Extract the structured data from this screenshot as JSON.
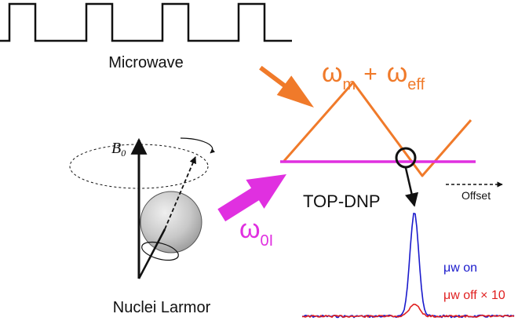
{
  "labels": {
    "microwave": "Microwave",
    "nuclei_larmor": "Nuclei Larmor",
    "b0": "B",
    "b0_sub": "0",
    "top_dnp": "TOP-DNP",
    "offset": "Offset",
    "omega_m_symbol": "ω",
    "omega_m_sub": "m",
    "plus": "+",
    "omega_eff_symbol": "ω",
    "omega_eff_sub": "eff",
    "omega_0i_symbol": "ω",
    "omega_0i_sub": "0I"
  },
  "spectrum_legend": {
    "mw_on": "μw on",
    "mw_off": "μw off × 10"
  },
  "colors": {
    "orange": "#f07a2a",
    "magenta": "#e030e0",
    "blue": "#1a1acc",
    "red": "#e02020",
    "black": "#111111",
    "sphere": "#c8c8c8"
  },
  "microwave_pulses": {
    "count": 4,
    "shape": "square pulse train"
  },
  "icons": {
    "intersection_marker": "circle-marker-icon",
    "arrow_orange": "thick-arrow-icon",
    "arrow_magenta": "thick-arrow-icon",
    "arrow_offset": "dashed-arrow-icon",
    "arrow_down": "arrow-down-icon",
    "nucleus": "sphere-icon"
  }
}
